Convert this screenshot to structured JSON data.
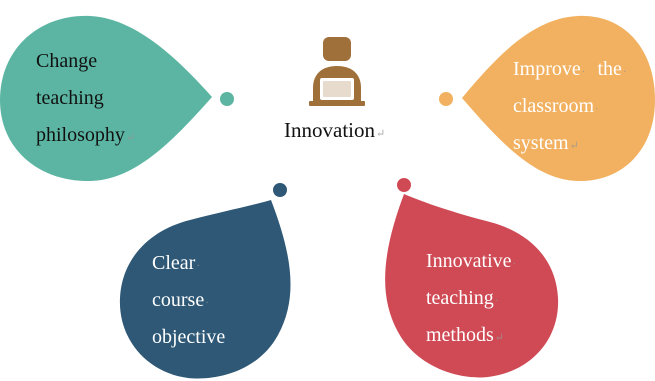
{
  "colors": {
    "teal": "#5bb5a2",
    "orange": "#f2b160",
    "navy": "#2e5876",
    "red": "#cf4a55",
    "icon": "#a0703a"
  },
  "center": {
    "title": "Innovation",
    "icon": "person-at-laptop-icon"
  },
  "petals": {
    "top_left": {
      "lines": [
        "Change",
        "teaching",
        "philosophy"
      ]
    },
    "top_right": {
      "lines": [
        "Improve",
        "the",
        "classroom",
        "system"
      ]
    },
    "bottom_left": {
      "lines": [
        "Clear",
        "course",
        "objective"
      ]
    },
    "bottom_right": {
      "lines": [
        "Innovative",
        "teaching",
        "methods"
      ]
    }
  }
}
